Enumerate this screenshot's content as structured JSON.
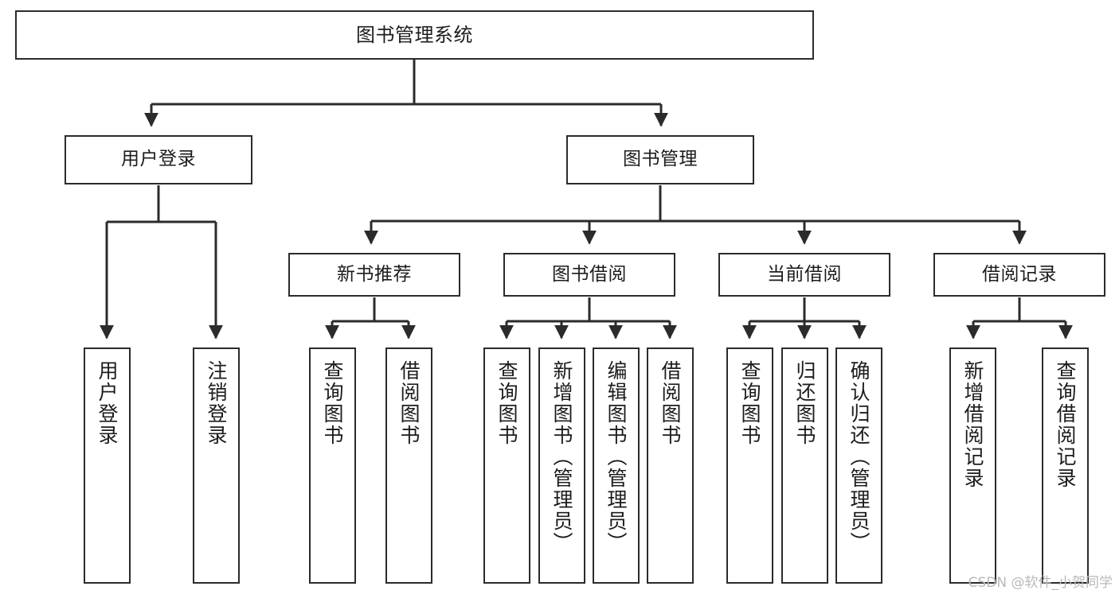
{
  "diagram": {
    "title": "图书管理系统",
    "type": "tree-hierarchy-chart",
    "watermark": "CSDN @软件_小贺同学",
    "colors": {
      "box_border": "#2b2b2b",
      "box_fill": "#ffffff",
      "connector": "#2b2b2b",
      "text": "#1c1c1c",
      "watermark": "#b9b9b9",
      "background": "#ffffff"
    }
  },
  "nodes": {
    "root": {
      "label": "图书管理系统"
    },
    "level2": [
      {
        "label": "用户登录"
      },
      {
        "label": "图书管理"
      }
    ],
    "level3": [
      {
        "label": "新书推荐"
      },
      {
        "label": "图书借阅"
      },
      {
        "label": "当前借阅"
      },
      {
        "label": "借阅记录"
      }
    ],
    "leaves": {
      "user_login": [
        {
          "label": "用户登录"
        },
        {
          "label": "注销登录"
        }
      ],
      "new_book_recommend": [
        {
          "label": "查询图书"
        },
        {
          "label": "借阅图书"
        }
      ],
      "book_borrow": [
        {
          "label": "查询图书"
        },
        {
          "label": "新增图书（管理员）"
        },
        {
          "label": "编辑图书（管理员）"
        },
        {
          "label": "借阅图书"
        }
      ],
      "current_borrow": [
        {
          "label": "查询图书"
        },
        {
          "label": "归还图书"
        },
        {
          "label": "确认归还（管理员）"
        }
      ],
      "borrow_records": [
        {
          "label": "新增借阅记录"
        },
        {
          "label": "查询借阅记录"
        }
      ]
    }
  }
}
